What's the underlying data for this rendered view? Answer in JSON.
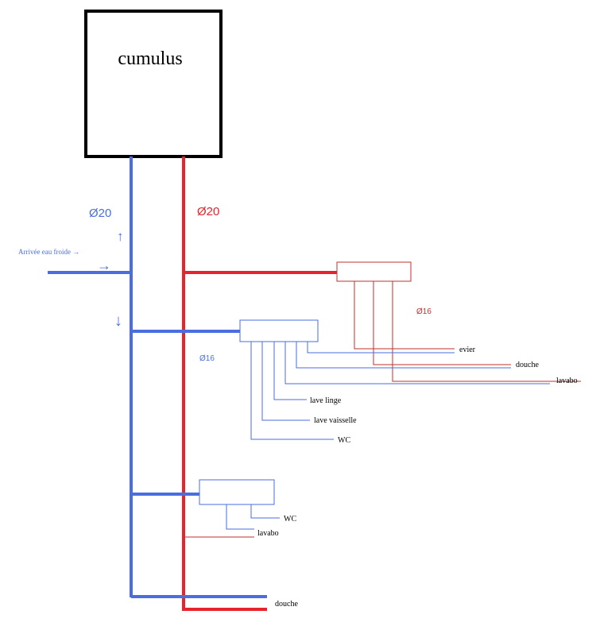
{
  "colors": {
    "cold": "#4a6ee0",
    "hot": "#e8232c",
    "thin_red": "#c0302f",
    "box": "#000000"
  },
  "tank": {
    "label": "cumulus"
  },
  "main_pipes": {
    "cold_label": "Ø20",
    "hot_label": "Ø20"
  },
  "inlet": {
    "label": "Arrivée eau froide →",
    "arrow_right": "→",
    "arrow_up": "↑",
    "arrow_down": "↓"
  },
  "upper_cold_manifold": {
    "diameter": "Ø16",
    "outlets": [
      "lave linge",
      "lave vaisselle",
      "WC"
    ]
  },
  "upper_hot_manifold": {
    "diameter": "Ø16",
    "outlets": [
      "evier",
      "douche",
      "lavabo"
    ]
  },
  "lower_manifold": {
    "outlets": [
      "WC",
      "lavabo"
    ]
  },
  "bottom": {
    "outlet": "douche"
  }
}
